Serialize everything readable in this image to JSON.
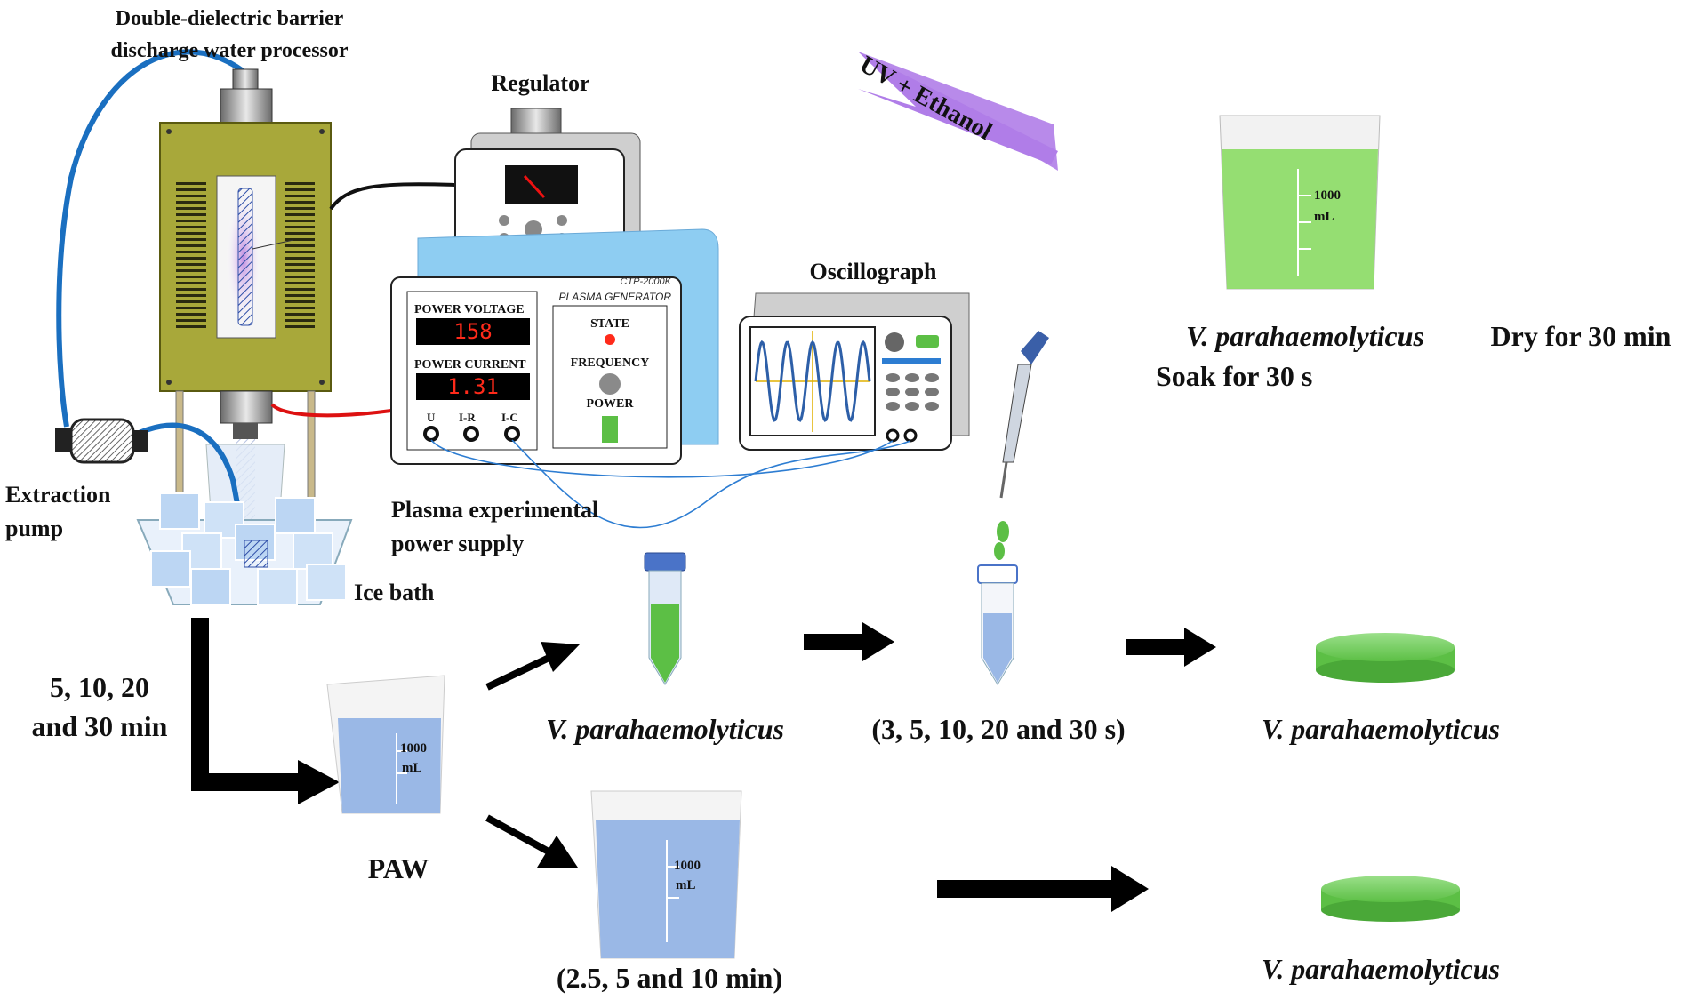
{
  "labels": {
    "processor_line1": "Double-dielectric barrier",
    "processor_line2": "discharge water processor",
    "regulator": "Regulator",
    "uv_ethanol": "UV + Ethanol",
    "oscillograph": "Oscillograph",
    "extraction_line1": "Extraction",
    "extraction_line2": "pump",
    "ice_bath": "Ice bath",
    "power_supply_line1": "Plasma experimental",
    "power_supply_line2": "power supply",
    "soak_species": "V. parahaemolyticus",
    "soak_time": "Soak for 30 s",
    "dry": "Dry for 30 min",
    "treat_time_line1": "5, 10, 20",
    "treat_time_line2": "and 30 min",
    "paw": "PAW",
    "tube_species": "V. parahaemolyticus",
    "pipette_times": "(3, 5, 10, 20 and 30 s)",
    "plate_species_top": "V. parahaemolyticus",
    "shrimp_times": "(2.5, 5 and 10 min)",
    "plate_species_bottom": "V. parahaemolyticus"
  },
  "generator": {
    "model": "CTP-2000K",
    "name": "PLASMA GENERATOR",
    "voltage_label": "POWER VOLTAGE",
    "voltage_value": "158",
    "current_label": "POWER CURRENT",
    "current_value": "1.31",
    "state_label": "STATE",
    "frequency_label": "FREQUENCY",
    "power_label": "POWER",
    "terminal_u": "U",
    "terminal_ir": "I-R",
    "terminal_ic": "I-C"
  },
  "beakers": {
    "volume": "1000",
    "unit": "mL"
  },
  "colors": {
    "chamber": "#a8a83a",
    "generator_back": "#8ecdf2",
    "water": "#9ab8e6",
    "bacteria_green": "#5cbf45",
    "uv_purple": "#b07de8",
    "display_red": "#ff2a1a",
    "arrow": "#000000",
    "tube_cable": "#1a6fc0"
  }
}
